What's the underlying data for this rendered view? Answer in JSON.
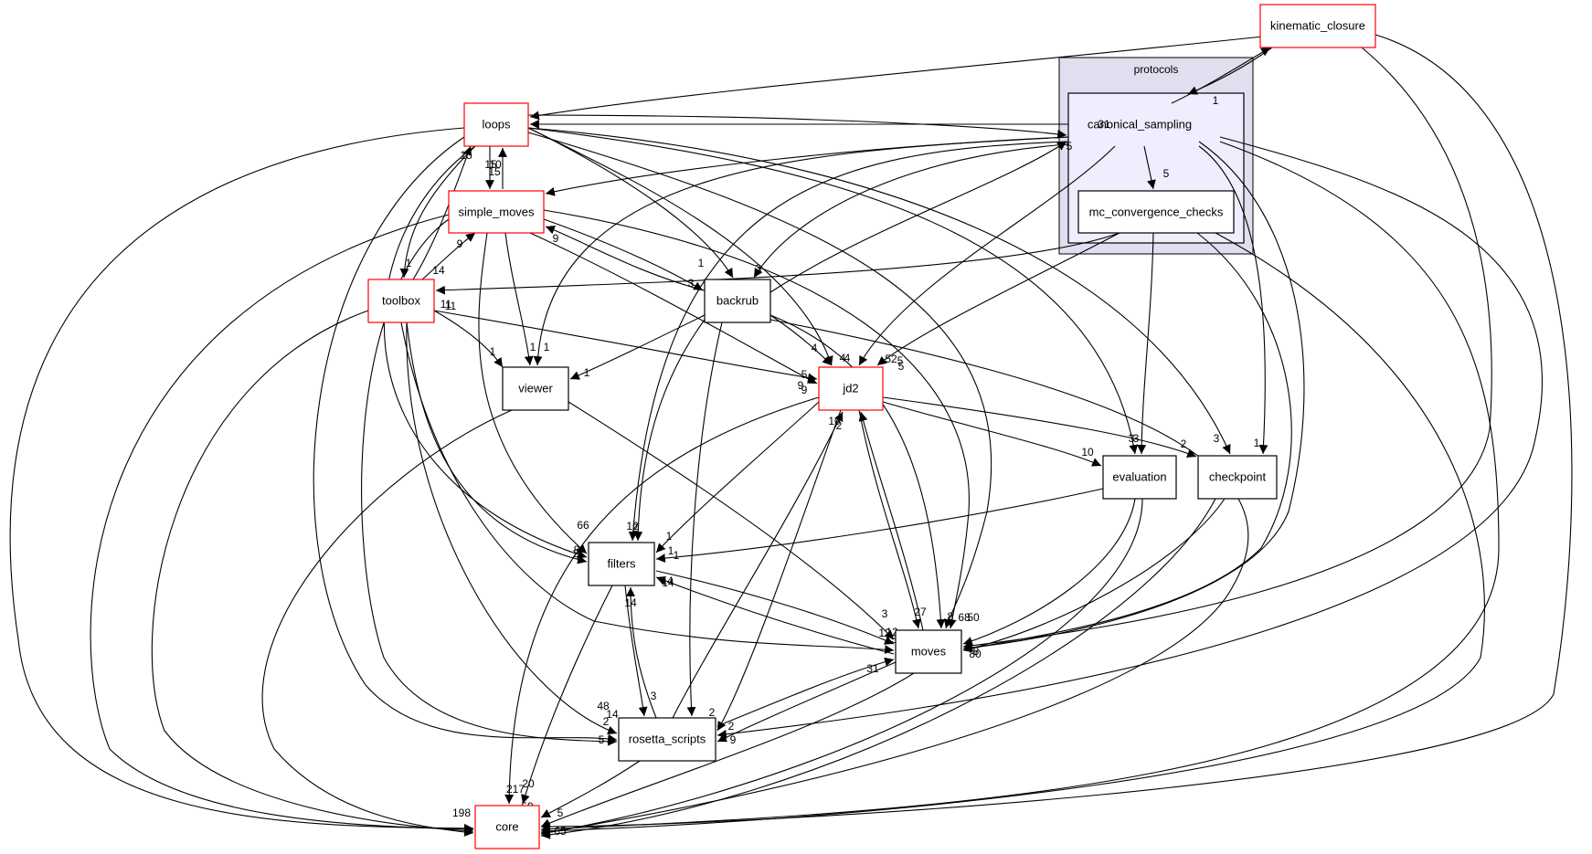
{
  "colors": {
    "red_border": "#ff0000",
    "black_border": "#000000",
    "outer_cluster_fill": "#dfdfef",
    "inner_cluster_fill": "#eeeeff",
    "edge": "#000000"
  },
  "clusters": [
    {
      "id": "protocols",
      "label": "protocols"
    }
  ],
  "nodes": [
    {
      "id": "kinematic_closure",
      "label": "kinematic_closure",
      "border": "red"
    },
    {
      "id": "canonical_sampling",
      "label": "canonical_sampling",
      "border": "none"
    },
    {
      "id": "mc_convergence_checks",
      "label": "mc_convergence_checks",
      "border": "black"
    },
    {
      "id": "loops",
      "label": "loops",
      "border": "red"
    },
    {
      "id": "simple_moves",
      "label": "simple_moves",
      "border": "red"
    },
    {
      "id": "toolbox",
      "label": "toolbox",
      "border": "red"
    },
    {
      "id": "backrub",
      "label": "backrub",
      "border": "black"
    },
    {
      "id": "viewer",
      "label": "viewer",
      "border": "black"
    },
    {
      "id": "jd2",
      "label": "jd2",
      "border": "red"
    },
    {
      "id": "evaluation",
      "label": "evaluation",
      "border": "black"
    },
    {
      "id": "checkpoint",
      "label": "checkpoint",
      "border": "black"
    },
    {
      "id": "filters",
      "label": "filters",
      "border": "black"
    },
    {
      "id": "moves",
      "label": "moves",
      "border": "black"
    },
    {
      "id": "rosetta_scripts",
      "label": "rosetta_scripts",
      "border": "black"
    },
    {
      "id": "core",
      "label": "core",
      "border": "red"
    }
  ],
  "edges": [
    {
      "from": "kinematic_closure",
      "to": "loops",
      "label": ""
    },
    {
      "from": "kinematic_closure",
      "to": "canonical_sampling",
      "label": "1"
    },
    {
      "from": "kinematic_closure",
      "to": "moves",
      "label": ""
    },
    {
      "from": "kinematic_closure",
      "to": "core",
      "label": ""
    },
    {
      "from": "canonical_sampling",
      "to": "kinematic_closure",
      "label": "1"
    },
    {
      "from": "canonical_sampling",
      "to": "loops",
      "label": "31"
    },
    {
      "from": "canonical_sampling",
      "to": "mc_convergence_checks",
      "label": "5"
    },
    {
      "from": "canonical_sampling",
      "to": "simple_moves",
      "label": "11"
    },
    {
      "from": "canonical_sampling",
      "to": "viewer",
      "label": "1"
    },
    {
      "from": "canonical_sampling",
      "to": "filters",
      "label": "2"
    },
    {
      "from": "canonical_sampling",
      "to": "backrub",
      "label": "3"
    },
    {
      "from": "canonical_sampling",
      "to": "jd2",
      "label": "4"
    },
    {
      "from": "canonical_sampling",
      "to": "checkpoint",
      "label": "1"
    },
    {
      "from": "canonical_sampling",
      "to": "moves",
      "label": ""
    },
    {
      "from": "canonical_sampling",
      "to": "rosetta_scripts",
      "label": ""
    },
    {
      "from": "canonical_sampling",
      "to": "core",
      "label": ""
    },
    {
      "from": "mc_convergence_checks",
      "to": "toolbox",
      "label": "11"
    },
    {
      "from": "mc_convergence_checks",
      "to": "jd2",
      "label": "5"
    },
    {
      "from": "mc_convergence_checks",
      "to": "evaluation",
      "label": "3"
    },
    {
      "from": "mc_convergence_checks",
      "to": "moves",
      "label": ""
    },
    {
      "from": "mc_convergence_checks",
      "to": "core",
      "label": ""
    },
    {
      "from": "loops",
      "to": "canonical_sampling",
      "label": "5"
    },
    {
      "from": "loops",
      "to": "simple_moves",
      "label": "15"
    },
    {
      "from": "loops",
      "to": "toolbox",
      "label": "1"
    },
    {
      "from": "loops",
      "to": "backrub",
      "label": "1"
    },
    {
      "from": "loops",
      "to": "jd2",
      "label": "4"
    },
    {
      "from": "loops",
      "to": "evaluation",
      "label": "3"
    },
    {
      "from": "loops",
      "to": "checkpoint",
      "label": "3"
    },
    {
      "from": "loops",
      "to": "filters",
      "label": ""
    },
    {
      "from": "loops",
      "to": "moves",
      "label": ""
    },
    {
      "from": "loops",
      "to": "rosetta_scripts",
      "label": ""
    },
    {
      "from": "loops",
      "to": "core",
      "label": ""
    },
    {
      "from": "simple_moves",
      "to": "loops",
      "label": "10"
    },
    {
      "from": "simple_moves",
      "to": "backrub",
      "label": "3"
    },
    {
      "from": "simple_moves",
      "to": "viewer",
      "label": "1"
    },
    {
      "from": "simple_moves",
      "to": "jd2",
      "label": "9"
    },
    {
      "from": "simple_moves",
      "to": "filters",
      "label": "66"
    },
    {
      "from": "simple_moves",
      "to": "moves",
      "label": ""
    },
    {
      "from": "simple_moves",
      "to": "rosetta_scripts",
      "label": ""
    },
    {
      "from": "simple_moves",
      "to": "core",
      "label": ""
    },
    {
      "from": "toolbox",
      "to": "loops",
      "label": "15"
    },
    {
      "from": "toolbox",
      "to": "simple_moves",
      "label": "9"
    },
    {
      "from": "toolbox",
      "to": "viewer",
      "label": "1"
    },
    {
      "from": "toolbox",
      "to": "jd2",
      "label": "5"
    },
    {
      "from": "toolbox",
      "to": "filters",
      "label": "8"
    },
    {
      "from": "toolbox",
      "to": "moves",
      "label": ""
    },
    {
      "from": "toolbox",
      "to": "rosetta_scripts",
      "label": "14"
    },
    {
      "from": "toolbox",
      "to": "core",
      "label": ""
    },
    {
      "from": "backrub",
      "to": "canonical_sampling",
      "label": ""
    },
    {
      "from": "backrub",
      "to": "simple_moves",
      "label": "9"
    },
    {
      "from": "backrub",
      "to": "viewer",
      "label": "1"
    },
    {
      "from": "backrub",
      "to": "jd2",
      "label": "4"
    },
    {
      "from": "backrub",
      "to": "filters",
      "label": "12"
    },
    {
      "from": "backrub",
      "to": "moves",
      "label": ""
    },
    {
      "from": "backrub",
      "to": "rosetta_scripts",
      "label": "5"
    },
    {
      "from": "backrub",
      "to": "core",
      "label": ""
    },
    {
      "from": "viewer",
      "to": "moves",
      "label": "3"
    },
    {
      "from": "viewer",
      "to": "core",
      "label": ""
    },
    {
      "from": "jd2",
      "to": "filters",
      "label": "1"
    },
    {
      "from": "jd2",
      "to": "evaluation",
      "label": "10"
    },
    {
      "from": "jd2",
      "to": "checkpoint",
      "label": "2"
    },
    {
      "from": "jd2",
      "to": "moves",
      "label": "27"
    },
    {
      "from": "jd2",
      "to": "rosetta_scripts",
      "label": "2"
    },
    {
      "from": "jd2",
      "to": "core",
      "label": "217"
    },
    {
      "from": "evaluation",
      "to": "filters",
      "label": "1"
    },
    {
      "from": "evaluation",
      "to": "moves",
      "label": ""
    },
    {
      "from": "evaluation",
      "to": "core",
      "label": ""
    },
    {
      "from": "checkpoint",
      "to": "moves",
      "label": ""
    },
    {
      "from": "checkpoint",
      "to": "core",
      "label": ""
    },
    {
      "from": "filters",
      "to": "moves",
      "label": "12"
    },
    {
      "from": "filters",
      "to": "rosetta_scripts",
      "label": "3"
    },
    {
      "from": "filters",
      "to": "core",
      "label": "20"
    },
    {
      "from": "moves",
      "to": "jd2",
      "label": "2"
    },
    {
      "from": "moves",
      "to": "filters",
      "label": "14"
    },
    {
      "from": "moves",
      "to": "rosetta_scripts",
      "label": "2"
    },
    {
      "from": "moves",
      "to": "core",
      "label": "59"
    },
    {
      "from": "rosetta_scripts",
      "to": "jd2",
      "label": "10"
    },
    {
      "from": "rosetta_scripts",
      "to": "filters",
      "label": "14"
    },
    {
      "from": "rosetta_scripts",
      "to": "moves",
      "label": "31"
    },
    {
      "from": "rosetta_scripts",
      "to": "core",
      "label": ""
    }
  ],
  "extra_labels": [
    {
      "near": "loops",
      "label": "5"
    },
    {
      "near": "loops",
      "label": "15"
    },
    {
      "near": "toolbox",
      "label": "14"
    },
    {
      "near": "toolbox",
      "label": "11"
    },
    {
      "near": "jd2",
      "label": "52"
    },
    {
      "near": "jd2",
      "label": "5"
    },
    {
      "near": "jd2",
      "label": "9"
    },
    {
      "near": "filters",
      "label": "2"
    },
    {
      "near": "filters",
      "label": "1"
    },
    {
      "near": "filters",
      "label": "14"
    },
    {
      "near": "moves",
      "label": "8"
    },
    {
      "near": "moves",
      "label": "68"
    },
    {
      "near": "moves",
      "label": "50"
    },
    {
      "near": "moves",
      "label": "12"
    },
    {
      "near": "moves",
      "label": "15"
    },
    {
      "near": "moves",
      "label": "80"
    },
    {
      "near": "moves",
      "label": "8"
    },
    {
      "near": "rosetta_scripts",
      "label": "48"
    },
    {
      "near": "rosetta_scripts",
      "label": "2"
    },
    {
      "near": "rosetta_scripts",
      "label": "9"
    },
    {
      "near": "core",
      "label": "198"
    },
    {
      "near": "core",
      "label": "5"
    },
    {
      "near": "core",
      "label": "65"
    }
  ]
}
